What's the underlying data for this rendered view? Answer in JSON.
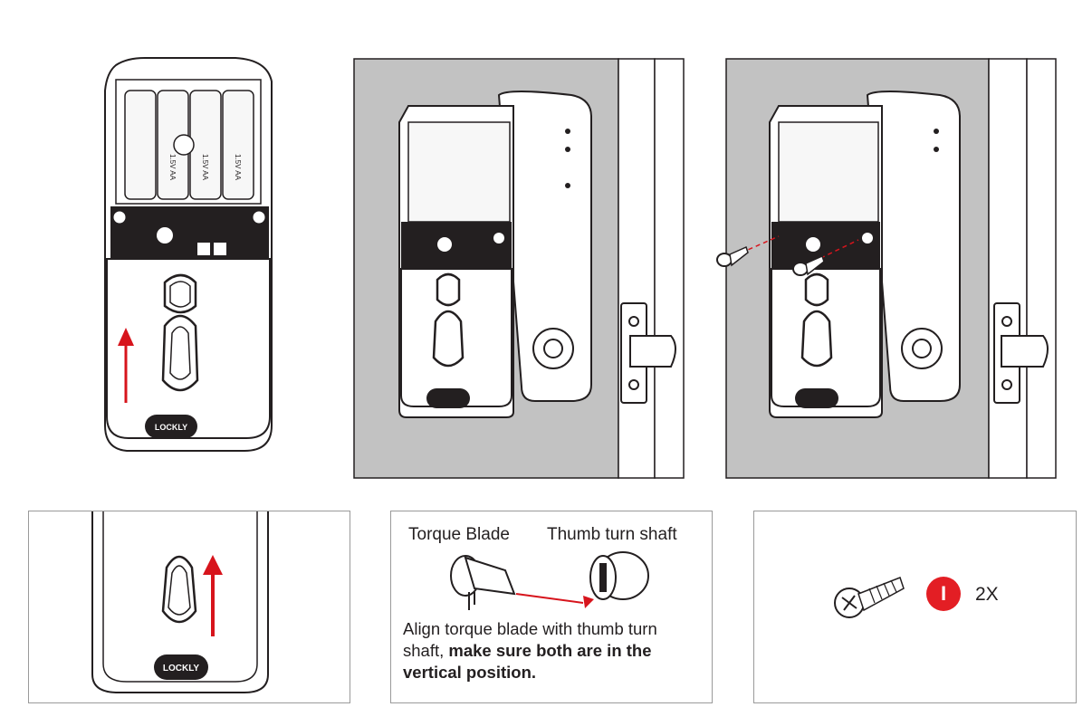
{
  "brand_logo_text": "LOCKLY",
  "battery_label": "1.5V AA",
  "colors": {
    "wall_gray": "#c2c2c2",
    "outline": "#231f20",
    "arrow_red": "#d7141c",
    "badge_red": "#e31e24",
    "keypad_dark": "#231f20"
  },
  "callout_torque": {
    "label_torque_blade": "Torque Blade",
    "label_thumb_turn_shaft": "Thumb turn shaft",
    "instruction_plain": "Align torque blade with thumb turn shaft,",
    "instruction_bold": "make sure both are in the vertical position."
  },
  "callout_screw": {
    "part_badge": "I",
    "quantity": "2X"
  }
}
